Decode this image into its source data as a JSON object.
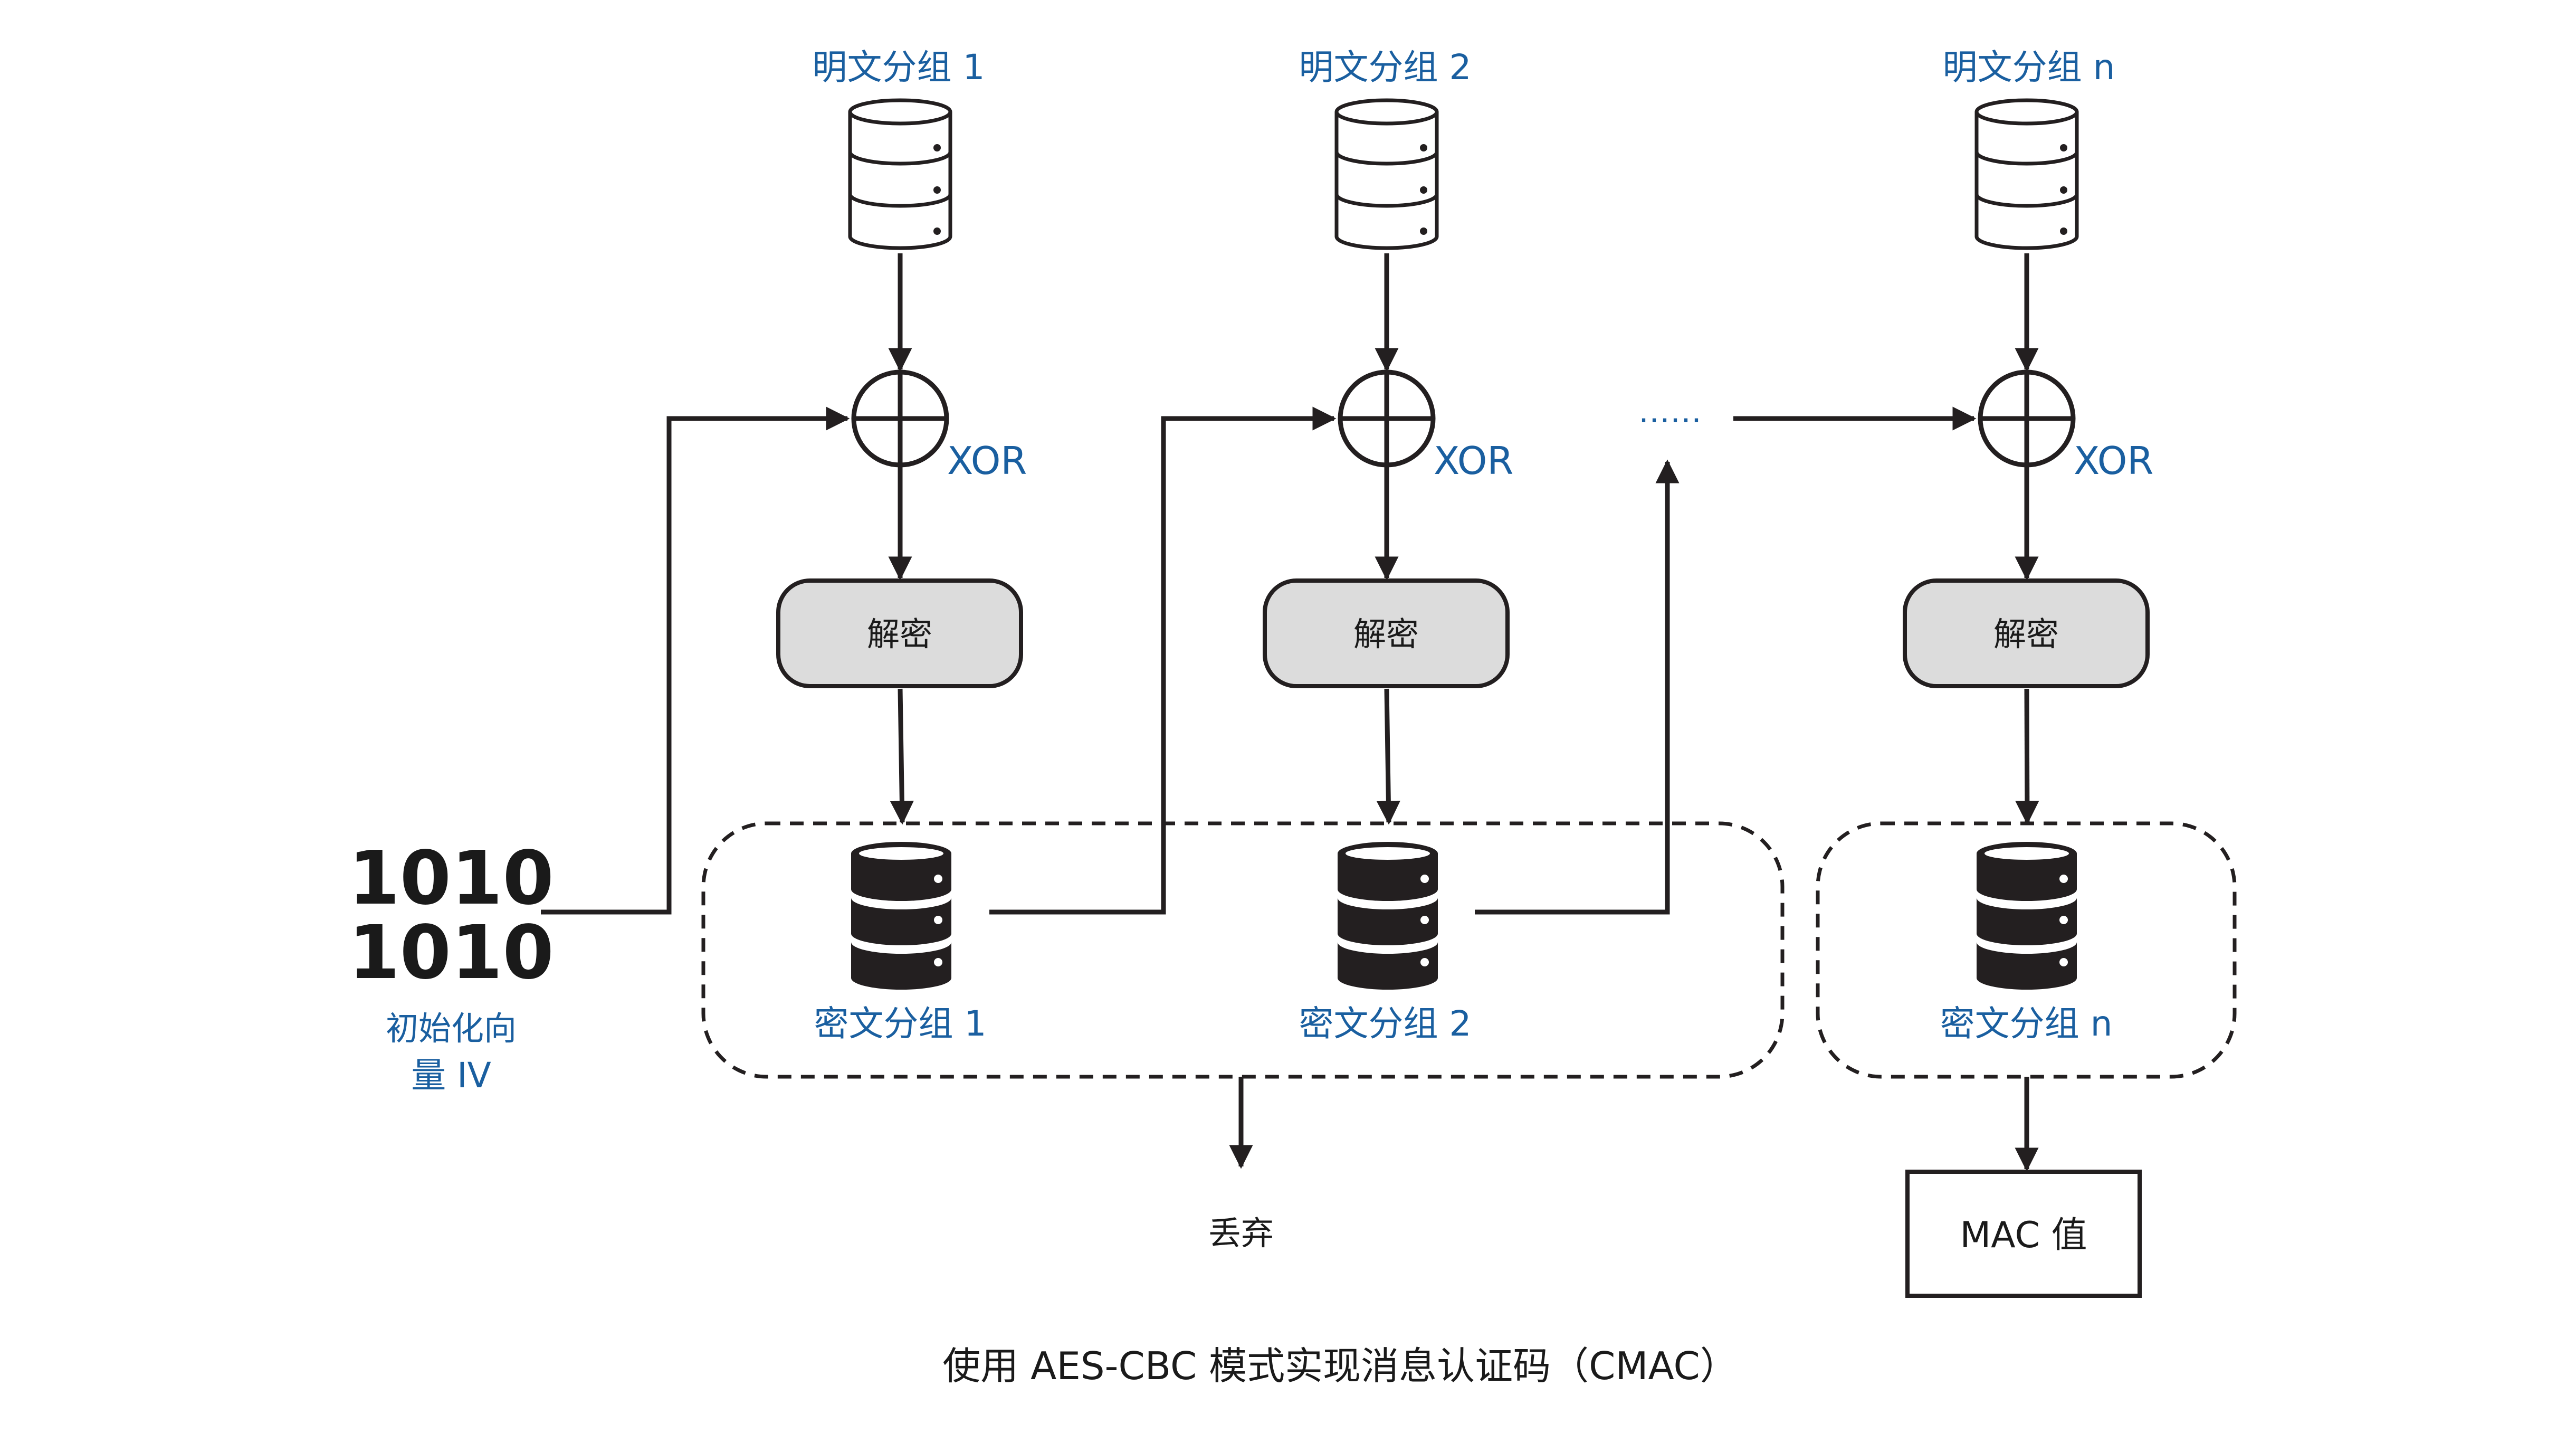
{
  "plaintext_blocks": [
    "明文分组 1",
    "明文分组 2",
    "明文分组 n"
  ],
  "xor_label": "XOR",
  "decrypt_label": "解密",
  "ciphertext_blocks": [
    "密文分组 1",
    "密文分组 2",
    "密文分组 n"
  ],
  "ellipsis": "……",
  "iv": {
    "bits": [
      "1010",
      "1010"
    ],
    "label_line1": "初始化向",
    "label_line2": "量 IV"
  },
  "discard_label": "丢弃",
  "mac_label": "MAC 值",
  "caption": "使用 AES-CBC 模式实现消息认证码（CMAC）",
  "colors": {
    "label_blue": "#1a5fa0",
    "box_gray": "#dcdcdc",
    "line": "#231f20"
  }
}
